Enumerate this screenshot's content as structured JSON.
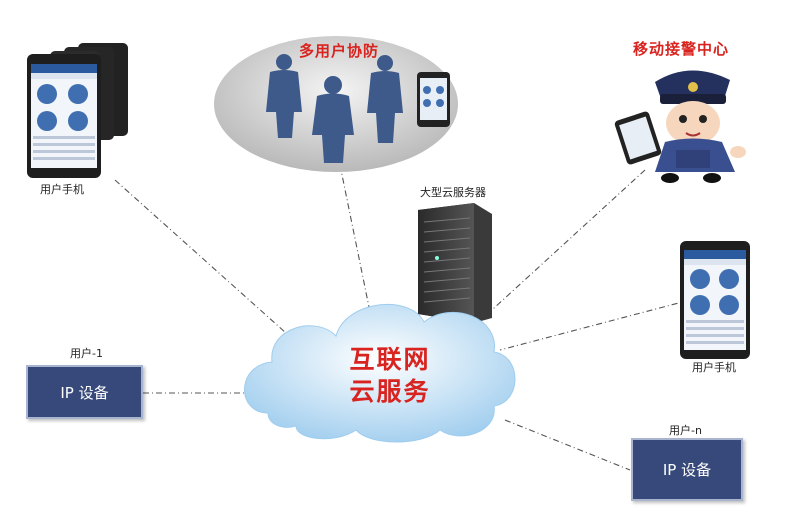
{
  "cloud": {
    "line1": "互联网",
    "line2": "云服务"
  },
  "cooperative_defense": {
    "title": "多用户协防"
  },
  "police_center": {
    "title": "移动接警中心"
  },
  "server": {
    "label": "大型云服务器"
  },
  "user_phone_left": {
    "label": "用户手机"
  },
  "user_phone_right": {
    "label": "用户手机"
  },
  "ip_device_left": {
    "user_label": "用户-1",
    "box_label": "IP 设备"
  },
  "ip_device_right": {
    "user_label": "用户-n",
    "box_label": "IP 设备"
  },
  "colors": {
    "accent_red": "#d9231f",
    "ip_box": "#36497a",
    "cloud": "#cfe6f8",
    "link_line": "#555555"
  }
}
